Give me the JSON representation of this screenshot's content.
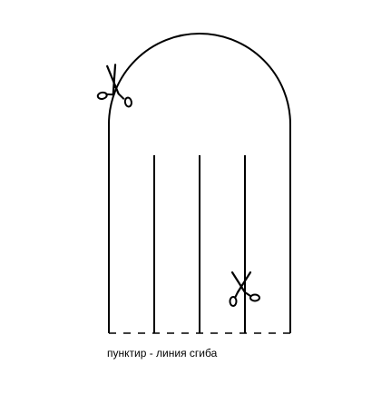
{
  "caption": "пунктир - линия сгиба",
  "icons": {
    "scissors_top": "scissors-icon",
    "scissors_bottom": "scissors-icon"
  },
  "colors": {
    "line": "#000000",
    "background": "#ffffff"
  },
  "cut_lines_count": 3,
  "fold_line_style": "dashed"
}
